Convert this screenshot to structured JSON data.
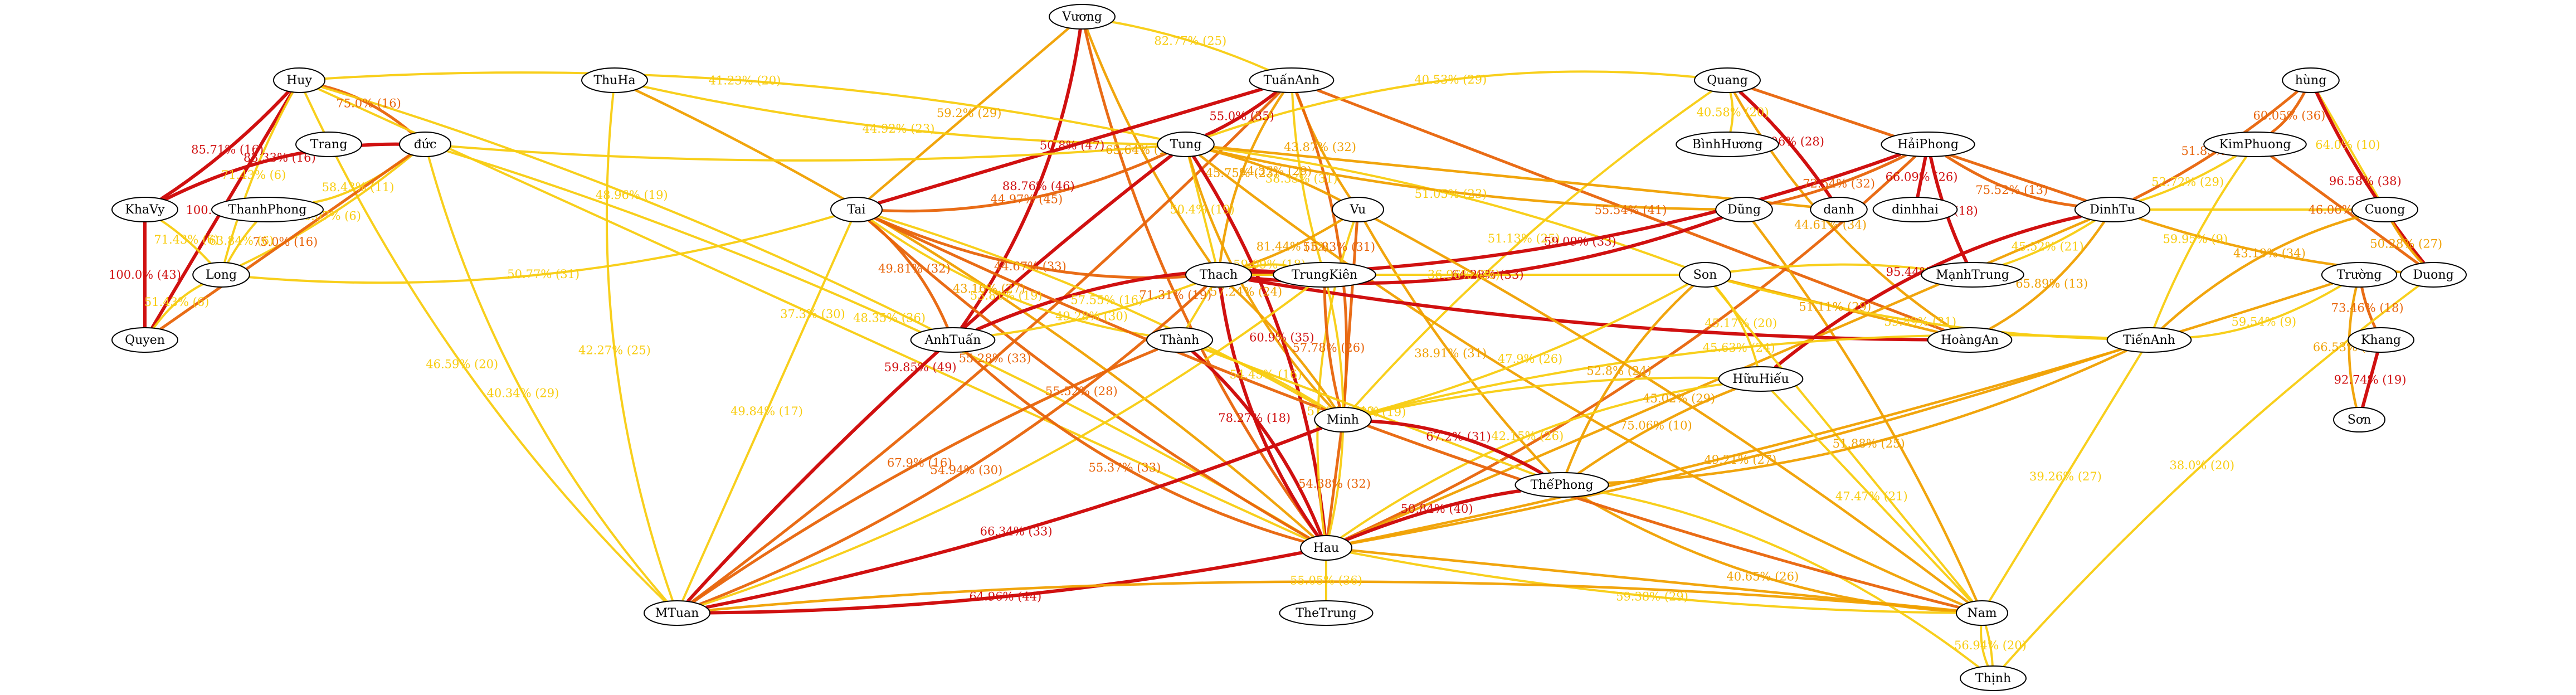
{
  "graph": {
    "colors": {
      "strong": "#d01010",
      "mid": "#e8640a",
      "light": "#f0a000",
      "faint": "#f8cc10"
    },
    "nodes": [
      {
        "id": "Vuong",
        "label": "Vương"
      },
      {
        "id": "Huy",
        "label": "Huy"
      },
      {
        "id": "ThuHa",
        "label": "ThuHa"
      },
      {
        "id": "TuanAnh",
        "label": "TuấnAnh"
      },
      {
        "id": "Quang",
        "label": "Quang"
      },
      {
        "id": "hung",
        "label": "hùng"
      },
      {
        "id": "Trang",
        "label": "Trang"
      },
      {
        "id": "duc",
        "label": "đức"
      },
      {
        "id": "Tung",
        "label": "Tung"
      },
      {
        "id": "BinhHuong",
        "label": "BìnhHương"
      },
      {
        "id": "HaiPhong",
        "label": "HảiPhong"
      },
      {
        "id": "KimPhuong",
        "label": "KimPhuong"
      },
      {
        "id": "KhaVy",
        "label": "KhaVy"
      },
      {
        "id": "ThanhPhong",
        "label": "ThanhPhong"
      },
      {
        "id": "Tai",
        "label": "Tai"
      },
      {
        "id": "Vu",
        "label": "Vu"
      },
      {
        "id": "Dung",
        "label": "Dũng"
      },
      {
        "id": "danh",
        "label": "danh"
      },
      {
        "id": "dinhhai",
        "label": "dinhhai"
      },
      {
        "id": "DinhTu",
        "label": "DinhTu"
      },
      {
        "id": "Cuong",
        "label": "Cuong"
      },
      {
        "id": "Long",
        "label": "Long"
      },
      {
        "id": "Thach",
        "label": "Thach"
      },
      {
        "id": "TrungKien",
        "label": "TrungKiên"
      },
      {
        "id": "Son1",
        "label": "Son"
      },
      {
        "id": "ManhTrung",
        "label": "MạnhTrung"
      },
      {
        "id": "Truong",
        "label": "Trường"
      },
      {
        "id": "Duong",
        "label": "Duong"
      },
      {
        "id": "Quyen",
        "label": "Quyen"
      },
      {
        "id": "AnhTuan",
        "label": "AnhTuấn"
      },
      {
        "id": "Thanh",
        "label": "Thành"
      },
      {
        "id": "HoangAn",
        "label": "HoàngAn"
      },
      {
        "id": "TienAnh",
        "label": "TiếnAnh"
      },
      {
        "id": "Khang",
        "label": "Khang"
      },
      {
        "id": "HuuHieu",
        "label": "HữuHiếu"
      },
      {
        "id": "Minh",
        "label": "Minh"
      },
      {
        "id": "Son2",
        "label": "Sơn"
      },
      {
        "id": "TheiPhong",
        "label": "ThếPhong"
      },
      {
        "id": "Hau",
        "label": "Hau"
      },
      {
        "id": "MTuan",
        "label": "MTuan"
      },
      {
        "id": "TheTrung",
        "label": "TheTrung"
      },
      {
        "id": "Nam",
        "label": "Nam"
      },
      {
        "id": "Thinh",
        "label": "Thịnh"
      }
    ],
    "edges": [
      {
        "from": "Vuong",
        "to": "AnhTuan",
        "label": "88.76% (46)",
        "level": "strong"
      },
      {
        "from": "Vuong",
        "to": "TuanAnh",
        "label": "82.77% (25)",
        "level": "faint"
      },
      {
        "from": "Vuong",
        "to": "Tai",
        "label": "59.2% (29)",
        "level": "light"
      },
      {
        "from": "Vuong",
        "to": "Thach",
        "label": "65.64% (18)",
        "level": "light"
      },
      {
        "from": "Vuong",
        "to": "Hau",
        "label": "71.31% (19)",
        "level": "mid"
      },
      {
        "from": "Huy",
        "to": "duc",
        "label": "75.0% (16)",
        "level": "mid"
      },
      {
        "from": "Huy",
        "to": "KhaVy",
        "label": "85.71% (16)",
        "level": "strong"
      },
      {
        "from": "Huy",
        "to": "Quyen",
        "label": "100.0% (18)",
        "level": "strong"
      },
      {
        "from": "Huy",
        "to": "Long",
        "label": "71.43% (6)",
        "level": "faint"
      },
      {
        "from": "Huy",
        "to": "MTuan",
        "label": "46.59% (20)",
        "level": "faint"
      },
      {
        "from": "Huy",
        "to": "Tung",
        "label": "41.23% (20)",
        "level": "faint"
      },
      {
        "from": "Huy",
        "to": "AnhTuan",
        "label": "48.96% (19)",
        "level": "faint"
      },
      {
        "from": "Huy",
        "to": "Hau",
        "label": "37.3% (30)",
        "level": "faint"
      },
      {
        "from": "ThuHa",
        "to": "Tung",
        "label": "44.92% (23)",
        "level": "faint"
      },
      {
        "from": "ThuHa",
        "to": "MTuan",
        "label": "42.27% (25)",
        "level": "faint"
      },
      {
        "from": "ThuHa",
        "to": "Hau",
        "label": "43.16% (27)",
        "level": "light"
      },
      {
        "from": "TuanAnh",
        "to": "Tung",
        "label": "55.0% (35)",
        "level": "strong"
      },
      {
        "from": "TuanAnh",
        "to": "Tai",
        "label": "50.8% (47)",
        "level": "strong"
      },
      {
        "from": "TuanAnh",
        "to": "Vu",
        "label": "43.87% (32)",
        "level": "light"
      },
      {
        "from": "TuanAnh",
        "to": "Thach",
        "label": "45.75% (23)",
        "level": "light"
      },
      {
        "from": "TuanAnh",
        "to": "Minh",
        "label": "55.83% (31)",
        "level": "mid"
      },
      {
        "from": "TuanAnh",
        "to": "MTuan",
        "label": "55.28% (33)",
        "level": "mid"
      },
      {
        "from": "TuanAnh",
        "to": "HoangAn",
        "label": "55.54% (41)",
        "level": "mid"
      },
      {
        "from": "TuanAnh",
        "to": "TrungKien",
        "label": "38.33% (31)",
        "level": "faint"
      },
      {
        "from": "Quang",
        "to": "Tung",
        "label": "40.53% (29)",
        "level": "faint"
      },
      {
        "from": "Quang",
        "to": "BinhHuong",
        "label": "40.58% (20)",
        "level": "faint"
      },
      {
        "from": "Quang",
        "to": "danh",
        "label": "72.06% (28)",
        "level": "strong"
      },
      {
        "from": "Quang",
        "to": "DinhTu",
        "label": "63.28% (19)",
        "level": "mid"
      },
      {
        "from": "Quang",
        "to": "Minh",
        "label": "51.13% (25)",
        "level": "faint"
      },
      {
        "from": "Quang",
        "to": "HoangAn",
        "label": "44.61% (34)",
        "level": "light"
      },
      {
        "from": "hung",
        "to": "KimPhuong",
        "label": "60.05% (36)",
        "level": "mid"
      },
      {
        "from": "hung",
        "to": "DinhTu",
        "label": "51.85% (36)",
        "level": "mid"
      },
      {
        "from": "hung",
        "to": "Cuong",
        "label": "64.0% (10)",
        "level": "faint"
      },
      {
        "from": "hung",
        "to": "Duong",
        "label": "96.58% (38)",
        "level": "strong"
      },
      {
        "from": "duc",
        "to": "KhaVy",
        "label": "83.33% (16)",
        "level": "strong"
      },
      {
        "from": "duc",
        "to": "ThanhPhong",
        "label": "58.43% (11)",
        "level": "faint"
      },
      {
        "from": "duc",
        "to": "Long",
        "label": "66.07% (6)",
        "level": "faint"
      },
      {
        "from": "duc",
        "to": "Quyen",
        "label": "75.0% (16)",
        "level": "mid"
      },
      {
        "from": "duc",
        "to": "Tung",
        "label": "",
        "level": "faint"
      },
      {
        "from": "duc",
        "to": "MTuan",
        "label": "40.34% (29)",
        "level": "faint"
      },
      {
        "from": "duc",
        "to": "Hau",
        "label": "48.35% (36)",
        "level": "faint"
      },
      {
        "from": "KhaVy",
        "to": "Long",
        "label": "71.43% (6)",
        "level": "faint"
      },
      {
        "from": "KhaVy",
        "to": "Quyen",
        "label": "100.0% (43)",
        "level": "strong"
      },
      {
        "from": "ThanhPhong",
        "to": "Long",
        "label": "63.84% (6)",
        "level": "faint"
      },
      {
        "from": "Long",
        "to": "Quyen",
        "label": "51.43% (6)",
        "level": "faint"
      },
      {
        "from": "Tung",
        "to": "Tai",
        "label": "44.97% (45)",
        "level": "mid"
      },
      {
        "from": "Tung",
        "to": "Vu",
        "label": "44.37% (29)",
        "level": "light"
      },
      {
        "from": "Tung",
        "to": "Thach",
        "label": "50.4% (19)",
        "level": "faint"
      },
      {
        "from": "Tung",
        "to": "MTuan",
        "label": "59.85% (49)",
        "level": "strong"
      },
      {
        "from": "Tung",
        "to": "Minh",
        "label": "57.24% (24)",
        "level": "light"
      },
      {
        "from": "Tung",
        "to": "Hau",
        "label": "60.9% (35)",
        "level": "strong"
      },
      {
        "from": "Tung",
        "to": "Son1",
        "label": "51.05% (23)",
        "level": "faint"
      },
      {
        "from": "Tung",
        "to": "danh",
        "label": "",
        "level": "light"
      },
      {
        "from": "Tung",
        "to": "Dung",
        "label": "",
        "level": "light"
      },
      {
        "from": "Tung",
        "to": "Nam",
        "label": "",
        "level": "light"
      },
      {
        "from": "HaiPhong",
        "to": "Thach",
        "label": "59.09% (33)",
        "level": "strong"
      },
      {
        "from": "HaiPhong",
        "to": "Dung",
        "label": "72.54% (32)",
        "level": "mid"
      },
      {
        "from": "HaiPhong",
        "to": "dinhhai",
        "label": "66.09% (26)",
        "level": "strong"
      },
      {
        "from": "HaiPhong",
        "to": "ManhTrung",
        "label": "87.1% (18)",
        "level": "strong"
      },
      {
        "from": "HaiPhong",
        "to": "DinhTu",
        "label": "75.52% (13)",
        "level": "mid"
      },
      {
        "from": "HaiPhong",
        "to": "Hau",
        "label": "",
        "level": "mid"
      },
      {
        "from": "KimPhuong",
        "to": "DinhTu",
        "label": "52.72% (29)",
        "level": "faint"
      },
      {
        "from": "KimPhuong",
        "to": "Duong",
        "label": "46.06% (34)",
        "level": "mid"
      },
      {
        "from": "KimPhuong",
        "to": "TienAnh",
        "label": "59.95% (9)",
        "level": "faint"
      },
      {
        "from": "Tai",
        "to": "Thach",
        "label": "44.67% (33)",
        "level": "mid"
      },
      {
        "from": "Tai",
        "to": "AnhTuan",
        "label": "49.81% (32)",
        "level": "mid"
      },
      {
        "from": "Tai",
        "to": "Minh",
        "label": "57.55% (16)",
        "level": "faint"
      },
      {
        "from": "Tai",
        "to": "MTuan",
        "label": "49.84% (17)",
        "level": "faint"
      },
      {
        "from": "Tai",
        "to": "Hau",
        "label": "55.52% (28)",
        "level": "mid"
      },
      {
        "from": "Tai",
        "to": "Thanh",
        "label": "53.81% (19)",
        "level": "faint"
      },
      {
        "from": "Tai",
        "to": "Long",
        "label": "50.77% (31)",
        "level": "faint"
      },
      {
        "from": "Vu",
        "to": "Thach",
        "label": "81.44% (12)",
        "level": "light"
      },
      {
        "from": "Vu",
        "to": "Minh",
        "label": "",
        "level": "mid"
      },
      {
        "from": "Vu",
        "to": "TheiPhong",
        "label": "38.91% (31)",
        "level": "light"
      },
      {
        "from": "Vu",
        "to": "Hau",
        "label": "",
        "level": "faint"
      },
      {
        "from": "Dung",
        "to": "Thach",
        "label": "64.28% (33)",
        "level": "strong"
      },
      {
        "from": "Dung",
        "to": "Nam",
        "label": "",
        "level": "light"
      },
      {
        "from": "DinhTu",
        "to": "Cuong",
        "label": "",
        "level": "faint"
      },
      {
        "from": "DinhTu",
        "to": "Duong",
        "label": "43.19% (34)",
        "level": "light"
      },
      {
        "from": "DinhTu",
        "to": "HuuHieu",
        "label": "95.44% (38)",
        "level": "strong"
      },
      {
        "from": "DinhTu",
        "to": "HoangAn",
        "label": "65.89% (13)",
        "level": "light"
      },
      {
        "from": "DinhTu",
        "to": "ManhTrung",
        "label": "45.52% (21)",
        "level": "faint"
      },
      {
        "from": "DinhTu",
        "to": "Hau",
        "label": "",
        "level": "light"
      },
      {
        "from": "Cuong",
        "to": "Duong",
        "label": "50.28% (27)",
        "level": "light"
      },
      {
        "from": "Cuong",
        "to": "TienAnh",
        "label": "",
        "level": "light"
      },
      {
        "from": "Thach",
        "to": "TrungKien",
        "label": "59.09% (18)",
        "level": "faint"
      },
      {
        "from": "Thach",
        "to": "AnhTuan",
        "label": "49.28% (30)",
        "level": "faint"
      },
      {
        "from": "Thach",
        "to": "Thanh",
        "label": "",
        "level": "faint"
      },
      {
        "from": "Thach",
        "to": "HoangAn",
        "label": "",
        "level": "strong"
      },
      {
        "from": "Thach",
        "to": "Hau",
        "label": "78.27% (18)",
        "level": "strong"
      },
      {
        "from": "Thach",
        "to": "MTuan",
        "label": "54.94% (30)",
        "level": "mid"
      },
      {
        "from": "Thach",
        "to": "Minh",
        "label": "",
        "level": "light"
      },
      {
        "from": "Thach",
        "to": "Son1",
        "label": "36.96% (26)",
        "level": "faint"
      },
      {
        "from": "TrungKien",
        "to": "Minh",
        "label": "57.78% (26)",
        "level": "mid"
      },
      {
        "from": "TrungKien",
        "to": "AnhTuan",
        "label": "",
        "level": "strong"
      },
      {
        "from": "TrungKien",
        "to": "MTuan",
        "label": "",
        "level": "faint"
      },
      {
        "from": "Son1",
        "to": "Minh",
        "label": "47.9% (26)",
        "level": "faint"
      },
      {
        "from": "Son1",
        "to": "HoangAn",
        "label": "51.11% (29)",
        "level": "light"
      },
      {
        "from": "Son1",
        "to": "TienAnh",
        "label": "59.89% (21)",
        "level": "faint"
      },
      {
        "from": "Son1",
        "to": "TheiPhong",
        "label": "52.8% (24)",
        "level": "light"
      },
      {
        "from": "Son1",
        "to": "HuuHieu",
        "label": "45.17% (20)",
        "level": "faint"
      },
      {
        "from": "Son1",
        "to": "ManhTrung",
        "label": "",
        "level": "faint"
      },
      {
        "from": "Son1",
        "to": "Nam",
        "label": "",
        "level": "faint"
      },
      {
        "from": "Truong",
        "to": "Khang",
        "label": "73.46% (18)",
        "level": "mid"
      },
      {
        "from": "Truong",
        "to": "Son2",
        "label": "66.53% (17)",
        "level": "light"
      },
      {
        "from": "Truong",
        "to": "TienAnh",
        "label": "59.54% (9)",
        "level": "faint"
      },
      {
        "from": "Truong",
        "to": "Hau",
        "label": "",
        "level": "light"
      },
      {
        "from": "Khang",
        "to": "Son2",
        "label": "92.74% (19)",
        "level": "strong"
      },
      {
        "from": "Duong",
        "to": "Thinh",
        "label": "38.0% (20)",
        "level": "faint"
      },
      {
        "from": "AnhTuan",
        "to": "Hau",
        "label": "55.37% (33)",
        "level": "mid"
      },
      {
        "from": "Thanh",
        "to": "Hau",
        "label": "",
        "level": "strong"
      },
      {
        "from": "Thanh",
        "to": "Minh",
        "label": "54.45% (16)",
        "level": "faint"
      },
      {
        "from": "Thanh",
        "to": "TheiPhong",
        "label": "54.28% (19)",
        "level": "faint"
      },
      {
        "from": "Thanh",
        "to": "MTuan",
        "label": "67.9% (16)",
        "level": "mid"
      },
      {
        "from": "TienAnh",
        "to": "Minh",
        "label": "45.63% (24)",
        "level": "faint"
      },
      {
        "from": "TienAnh",
        "to": "TheiPhong",
        "label": "51.88% (25)",
        "level": "light"
      },
      {
        "from": "TienAnh",
        "to": "Hau",
        "label": "49.21% (27)",
        "level": "light"
      },
      {
        "from": "TienAnh",
        "to": "Nam",
        "label": "39.26% (27)",
        "level": "faint"
      },
      {
        "from": "HuuHieu",
        "to": "TheiPhong",
        "label": "75.06% (10)",
        "level": "light"
      },
      {
        "from": "HuuHieu",
        "to": "Hau",
        "label": "42.15% (26)",
        "level": "faint"
      },
      {
        "from": "Minh",
        "to": "TheiPhong",
        "label": "67.2% (31)",
        "level": "strong"
      },
      {
        "from": "Minh",
        "to": "MTuan",
        "label": "66.34% (33)",
        "level": "strong"
      },
      {
        "from": "Minh",
        "to": "Hau",
        "label": "54.38% (32)",
        "level": "mid"
      },
      {
        "from": "TheiPhong",
        "to": "Hau",
        "label": "50.84% (40)",
        "level": "strong"
      },
      {
        "from": "TheiPhong",
        "to": "Nam",
        "label": "40.65% (26)",
        "level": "light"
      },
      {
        "from": "TheiPhong",
        "to": "Thinh",
        "label": "",
        "level": "faint"
      },
      {
        "from": "Hau",
        "to": "MTuan",
        "label": "64.96% (44)",
        "level": "strong"
      },
      {
        "from": "Hau",
        "to": "TheTrung",
        "label": "55.05% (36)",
        "level": "faint"
      },
      {
        "from": "Hau",
        "to": "Nam",
        "label": "59.38% (29)",
        "level": "faint"
      },
      {
        "from": "Hau",
        "to": "TrungKien",
        "label": "57.54% (12)",
        "level": "faint"
      },
      {
        "from": "MTuan",
        "to": "Nam",
        "label": "",
        "level": "light"
      },
      {
        "from": "Nam",
        "to": "Thinh",
        "label": "56.94% (20)",
        "level": "faint"
      },
      {
        "from": "Nam",
        "to": "HuuHieu",
        "label": "47.47% (21)",
        "level": "faint"
      },
      {
        "from": "Nam",
        "to": "Vu",
        "label": "45.02% (29)",
        "level": "light"
      },
      {
        "from": "Tai",
        "to": "Nam",
        "label": "",
        "level": "mid"
      },
      {
        "from": "Thinh",
        "to": "Nam",
        "label": "",
        "level": "faint"
      },
      {
        "from": "Minh",
        "to": "HuuHieu",
        "label": "",
        "level": "faint"
      },
      {
        "from": "Hau",
        "to": "Nam",
        "label": "",
        "level": "light"
      }
    ]
  }
}
